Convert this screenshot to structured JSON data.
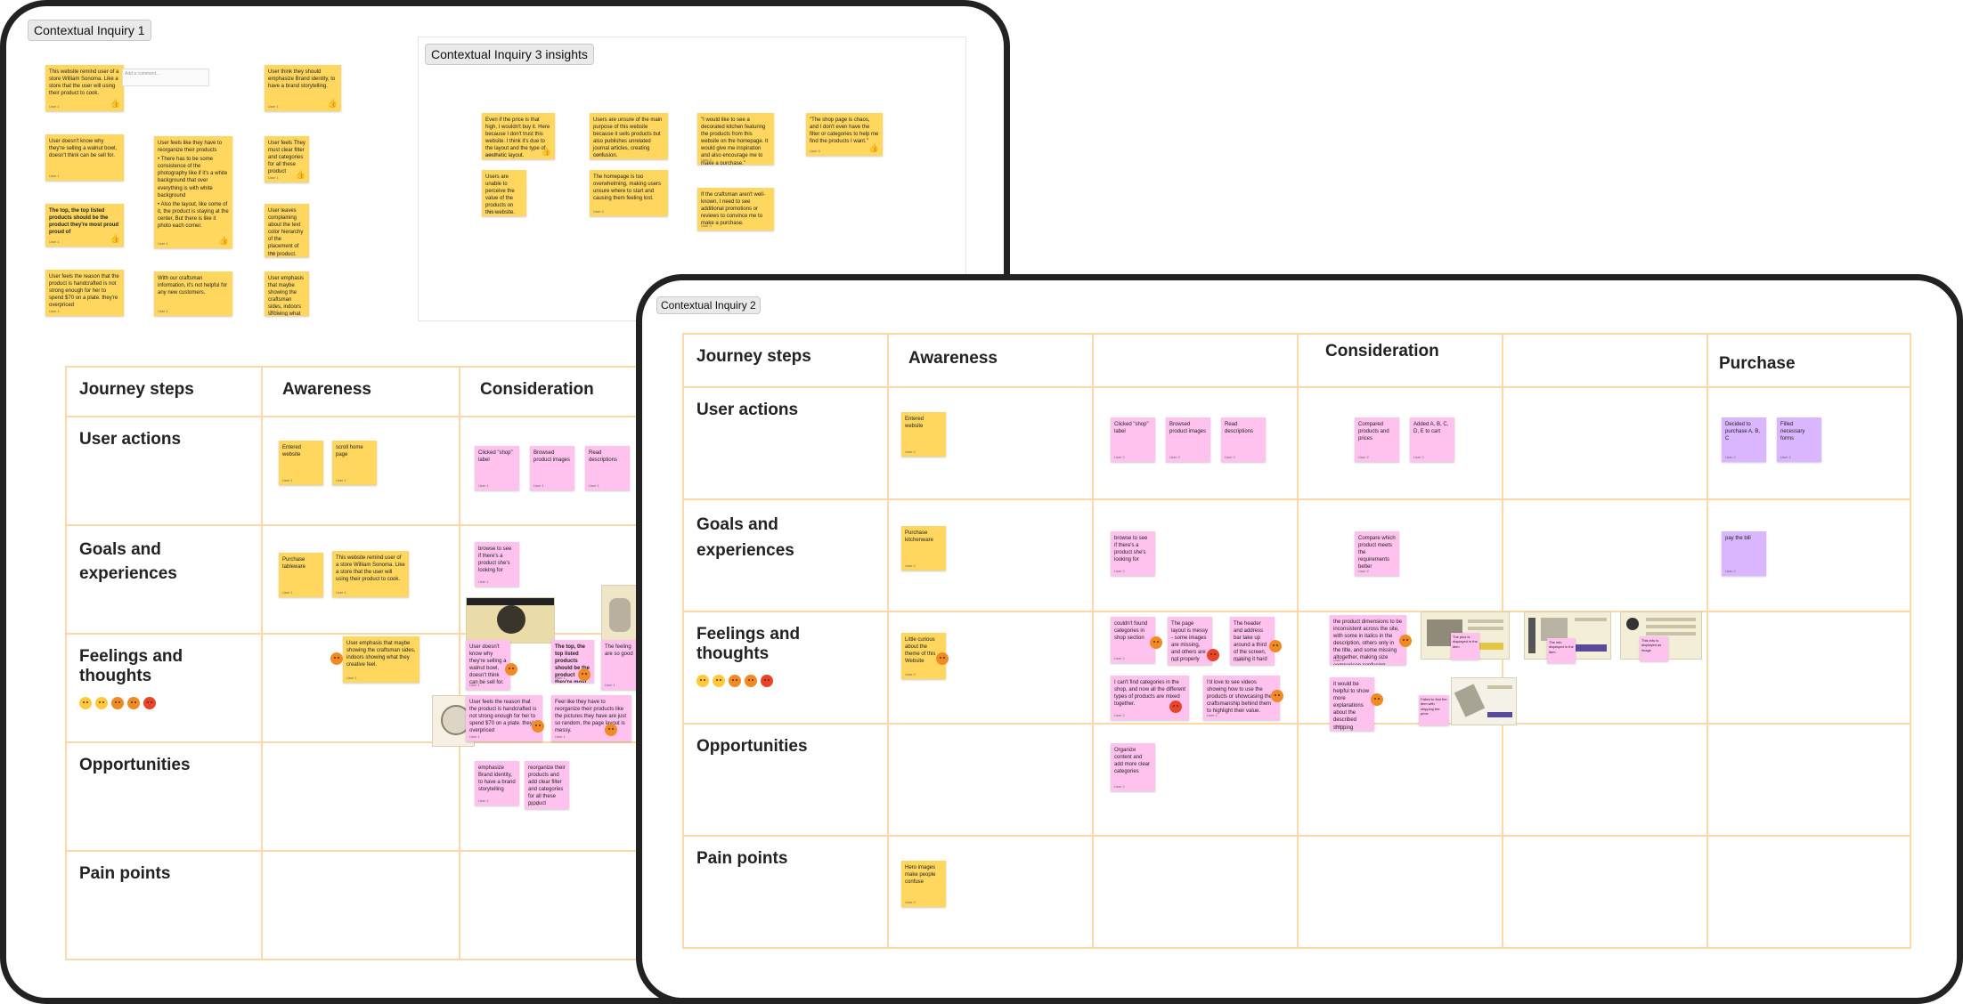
{
  "ci1": {
    "label": "Contextual Inquiry 1",
    "stickies": [
      "This website remind user of a store William Sonoma. Like a store that the user will using their product to cook.",
      "User think they should emphasize Brand identity, to have a brand storytelling.",
      "User doesn't know why they're selling a walnut bowl, doesn't think can be sell for.",
      "User feels like they have to reorganize their products",
      "User feels They must clear filter and categories for all these product",
      "The top, the top listed products should be the product they're most proud proud of",
      "User leaves complaining about the text color hierarchy of the placement of the product.",
      "User feels the reason that the product is handcrafted is not strong enough for her to spend $70 on a plate. they're overpriced",
      "With our craftsman information, it's not helpful for any new customers.",
      "User emphasis that maybe showing the craftsman sides, indoors showing what they creative feel."
    ],
    "bullets": [
      "There has to be some consistence of the photography like if it's a white background that over everything is with white background",
      "Also the layout, like some of it, the product is staying at the center, But there is like it photo each corner."
    ],
    "comment_stub": "Add a comment..."
  },
  "ci3": {
    "label": "Contextual Inquiry 3 insights",
    "stickies": [
      "Even if the price is that high, I wouldn't buy it. Here because I don't trust this website. I think it's due to the layout and the type of aesthetic layout.",
      "Users are unsure of the main purpose of this website because it sells products but also publishes unrelated journal articles, creating confusion.",
      "\"I would like to see a decorated kitchen featuring the products from this website on the homepage. It would give me inspiration and also encourage me to make a purchase.\"",
      "\"The shop page is chaos, and I don't even have the filter or categories to help me find the products I want.\"",
      "Users are unable to perceive the value of the products on this website.",
      "The homepage is too overwhelming, making users unsure where to start and causing them feeling lost.",
      "If the craftsman aren't well-known, I need to see additional promotions or reviews to convince me to make a purchase."
    ]
  },
  "ci1_map": {
    "headers": {
      "steps": "Journey steps",
      "awareness": "Awareness",
      "consideration": "Consideration"
    },
    "rows": {
      "actions": "User actions",
      "goals": "Goals and experiences",
      "feelings": "Feelings and thoughts",
      "opps": "Opportunities",
      "pain": "Pain points"
    },
    "actions": [
      "Entered website",
      "scroll home page",
      "Clicked \"shop\" label",
      "Browsed product images",
      "Read descriptions"
    ],
    "goals": [
      "Purchase tableware",
      "This website remind user of a store William Sonoma. Like a store that the user will using their product to cook.",
      "browse to see if there's a product she's looking for"
    ],
    "feelings": [
      "User emphasis that maybe showing the craftsman sides, indoors showing what they creative feel.",
      "User doesn't know why they're selling a walnut bowl, doesn't think can be sell for.",
      "The top, the top listed products should be the product they're most proud proud of",
      "User feels the reason that the product is handcrafted is not strong enough for her to spend $70 on a plate. they're overpriced",
      "Feel like they have to reorganize their products like the pictures they have are just so random, the page layout is messy.",
      "The feeling are so good"
    ],
    "opps": [
      "emphasize Brand identity, to have a brand storytelling",
      "reorganize their products and add clear filter and categories for all these product"
    ]
  },
  "ci2": {
    "label": "Contextual Inquiry 2",
    "headers": {
      "steps": "Journey steps",
      "awareness": "Awareness",
      "consideration": "Consideration",
      "purchase": "Purchase"
    },
    "rows": {
      "actions": "User actions",
      "goals": "Goals and experiences",
      "feelings": "Feelings and thoughts",
      "opps": "Opportunities",
      "pain": "Pain points"
    },
    "actions": [
      "Entered website",
      "Clicked \"shop\" label",
      "Browsed product images",
      "Read descriptions",
      "Compared products and prices",
      "Added A, B, C, D, E to cart",
      "Decided to purchase A, B, C",
      "Filled necessary forms"
    ],
    "goals": [
      "Purchase kitchenware",
      "browse to see if there's a product she's looking for",
      "Compare which product meets the requirements better",
      "pay the bill"
    ],
    "feelings": [
      "Little curious about the theme of this Website",
      "couldn't found categories in shop section",
      "The page layout is messy - some images are missing, and others are not properly aligned",
      "The header and address bar take up around a third of the screen, making it hard to browse the page",
      "I can't find categories in the shop, and now all the different types of products are mixed together.",
      "I'd love to see videos showing how to use the products or showcasing the craftsmanship behind them to highlight their value.",
      "the product dimensions to be inconsistent across the site, with some in italics in the description, others only in the title, and some missing altogether, making size comparison confusing",
      "it would be helpful to show more explanations about the described shipping distinctions or where handmade work are and where these pieces stand, which one it's not, or simply telling me the dimensions with the basics",
      "The plus is displayed in the item",
      "The info displayed in the item",
      "This info is displayed as image",
      "Failed to find the item with shipping fee price"
    ],
    "opps": [
      "Organize content and add more clear categories"
    ],
    "pain": [
      "Hero images make people confuse"
    ]
  }
}
